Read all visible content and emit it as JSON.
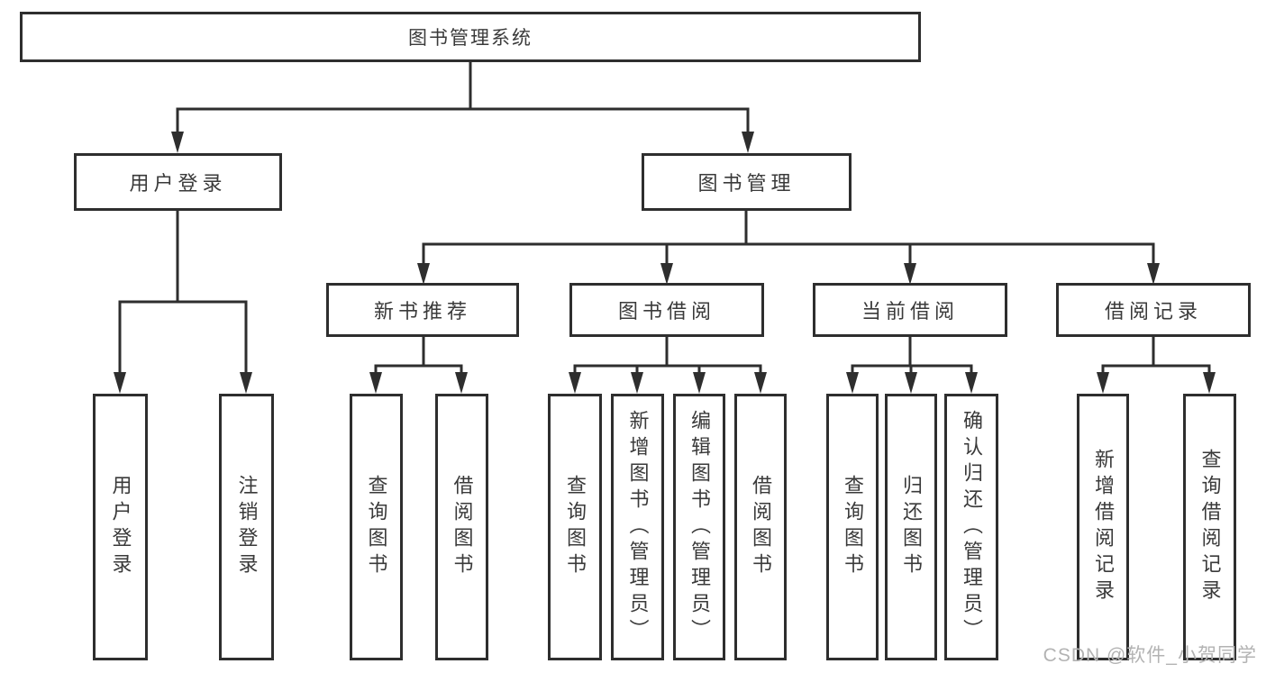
{
  "diagram": {
    "root": {
      "label": "图书管理系统"
    },
    "branches": [
      {
        "label": "用户登录",
        "children": [
          {
            "label": "用户登录"
          },
          {
            "label": "注销登录"
          }
        ]
      },
      {
        "label": "图书管理",
        "sections": [
          {
            "label": "新书推荐",
            "children": [
              {
                "label": "查询图书"
              },
              {
                "label": "借阅图书"
              }
            ]
          },
          {
            "label": "图书借阅",
            "children": [
              {
                "label": "查询图书"
              },
              {
                "label": "新增图书（管理员）"
              },
              {
                "label": "编辑图书（管理员）"
              },
              {
                "label": "借阅图书"
              }
            ]
          },
          {
            "label": "当前借阅",
            "children": [
              {
                "label": "查询图书"
              },
              {
                "label": "归还图书"
              },
              {
                "label": "确认归还（管理员）"
              }
            ]
          },
          {
            "label": "借阅记录",
            "children": [
              {
                "label": "新增借阅记录"
              },
              {
                "label": "查询借阅记录"
              }
            ]
          }
        ]
      }
    ]
  },
  "watermark": {
    "text": "CSDN @软件_小贺同学"
  },
  "colors": {
    "line": "#2e2e2e",
    "text": "#3a3a3a",
    "watermark": "#b3b3b3",
    "background": "#ffffff"
  }
}
